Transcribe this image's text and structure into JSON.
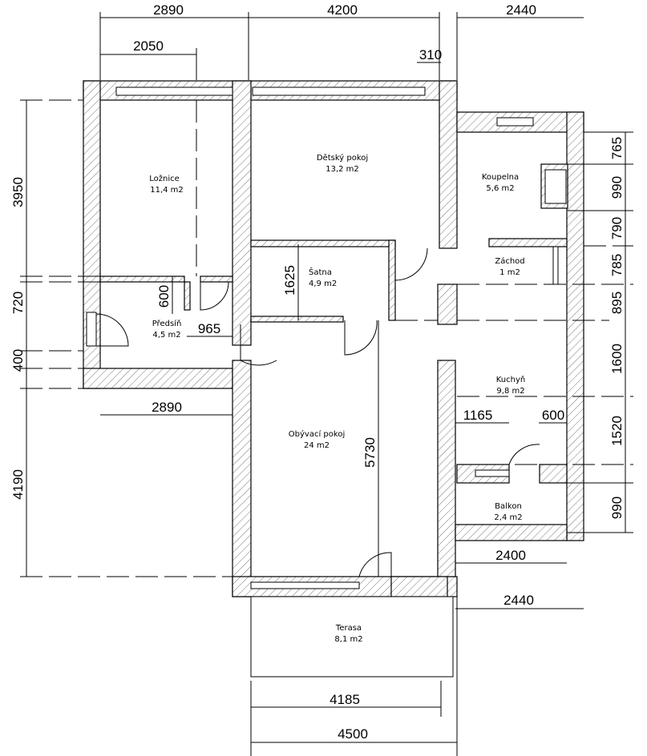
{
  "rooms": {
    "loznice": {
      "name": "Ložnice",
      "area": "11,4  m2"
    },
    "detsky": {
      "name": "Dětský  pokoj",
      "area": "13,2  m2"
    },
    "koupelna": {
      "name": "Koupelna",
      "area": "5,6  m2"
    },
    "satna": {
      "name": "Šatna",
      "area": "4,9  m2"
    },
    "zachod": {
      "name": "Záchod",
      "area": "1  m2"
    },
    "predsin": {
      "name": "Předsíň",
      "area": "4,5  m2"
    },
    "kuchyn": {
      "name": "Kuchyň",
      "area": "9,8  m2"
    },
    "obyvaci": {
      "name": "Obývací  pokoj",
      "area": "24  m2"
    },
    "balkon": {
      "name": "Balkon",
      "area": "2,4  m2"
    },
    "terasa": {
      "name": "Terasa",
      "area": "8,1  m2"
    }
  },
  "dimensions": {
    "top": [
      "2890",
      "4200",
      "2440",
      "2050",
      "310"
    ],
    "left": [
      "3950",
      "720",
      "400",
      "4190"
    ],
    "inner": [
      "600",
      "965",
      "1625",
      "2890",
      "5730",
      "1165",
      "600",
      "2400"
    ],
    "right": [
      "765",
      "990",
      "790",
      "785",
      "895",
      "1600",
      "1520",
      "990"
    ],
    "bottom": [
      "2440",
      "4185",
      "4500"
    ]
  }
}
